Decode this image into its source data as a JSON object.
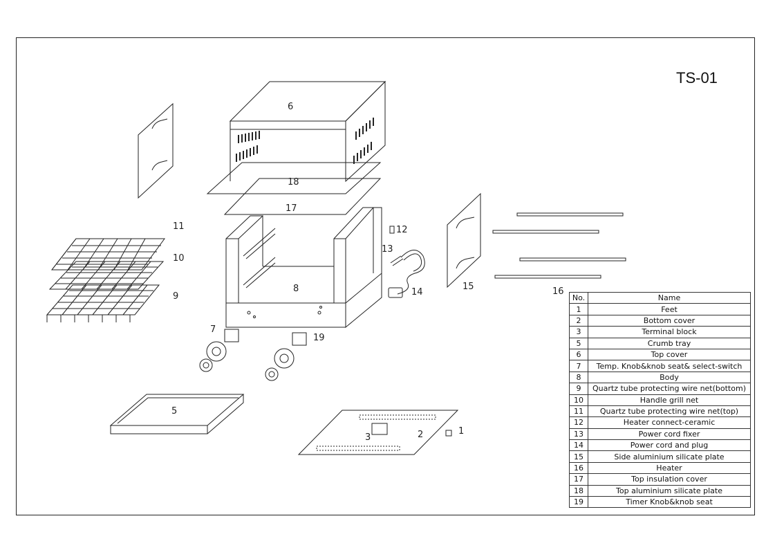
{
  "model": "TS-01",
  "callouts": [
    {
      "id": "n1",
      "text": "1"
    },
    {
      "id": "n2",
      "text": "2"
    },
    {
      "id": "n3",
      "text": "3"
    },
    {
      "id": "n5",
      "text": "5"
    },
    {
      "id": "n6",
      "text": "6"
    },
    {
      "id": "n7",
      "text": "7"
    },
    {
      "id": "n8",
      "text": "8"
    },
    {
      "id": "n9",
      "text": "9"
    },
    {
      "id": "n10",
      "text": "10"
    },
    {
      "id": "n11",
      "text": "11"
    },
    {
      "id": "n12",
      "text": "12"
    },
    {
      "id": "n13",
      "text": "13"
    },
    {
      "id": "n14",
      "text": "14"
    },
    {
      "id": "n15",
      "text": "15"
    },
    {
      "id": "n16",
      "text": "16"
    },
    {
      "id": "n17",
      "text": "17"
    },
    {
      "id": "n18",
      "text": "18"
    },
    {
      "id": "n19",
      "text": "19"
    }
  ],
  "parts_table": {
    "headers": [
      "No.",
      "Name"
    ],
    "rows": [
      [
        "1",
        "Feet"
      ],
      [
        "2",
        "Bottom cover"
      ],
      [
        "3",
        "Terminal block"
      ],
      [
        "5",
        "Crumb tray"
      ],
      [
        "6",
        "Top cover"
      ],
      [
        "7",
        "Temp.  Knob&knob seat& select-switch"
      ],
      [
        "8",
        "Body"
      ],
      [
        "9",
        "Quartz tube protecting wire net(bottom)"
      ],
      [
        "10",
        "Handle grill net"
      ],
      [
        "11",
        "Quartz tube protecting wire net(top)"
      ],
      [
        "12",
        "Heater connect-ceramic"
      ],
      [
        "13",
        "Power cord fixer"
      ],
      [
        "14",
        "Power cord and plug"
      ],
      [
        "15",
        "Side aluminium silicate plate"
      ],
      [
        "16",
        "Heater"
      ],
      [
        "17",
        "Top insulation cover"
      ],
      [
        "18",
        "Top aluminium silicate plate"
      ],
      [
        "19",
        "Timer  Knob&knob seat"
      ]
    ]
  }
}
